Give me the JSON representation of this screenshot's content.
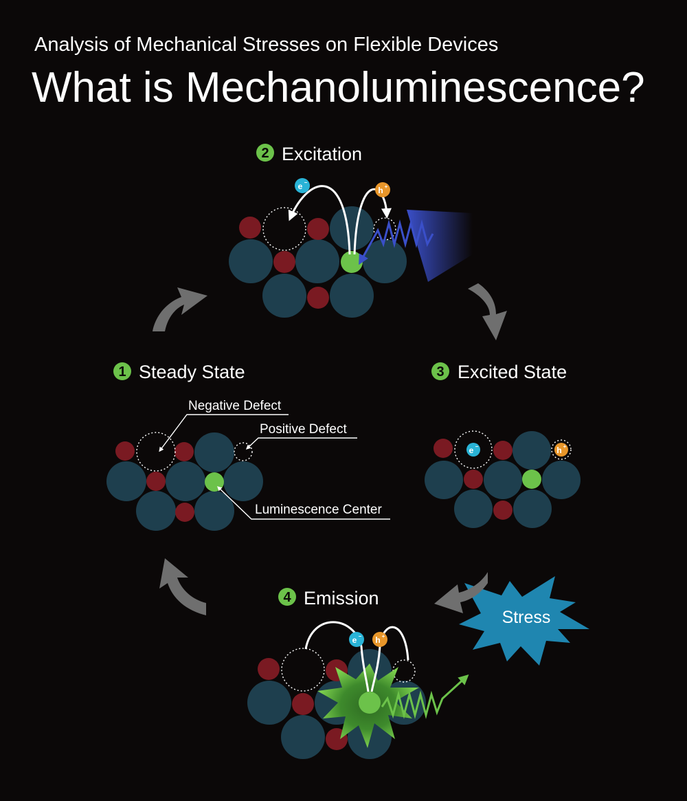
{
  "header": {
    "subtitle": "Analysis of Mechanical Stresses on Flexible Devices",
    "title": "What is Mechanoluminescence?"
  },
  "steps": [
    {
      "number": "1",
      "label": "Steady State"
    },
    {
      "number": "2",
      "label": "Excitation"
    },
    {
      "number": "3",
      "label": "Excited State"
    },
    {
      "number": "4",
      "label": "Emission"
    }
  ],
  "callouts": {
    "negative_defect": "Negative Defect",
    "positive_defect": "Positive Defect",
    "luminescence_center": "Luminescence Center"
  },
  "charges": {
    "electron": "e",
    "electron_sign": "−",
    "hole": "h",
    "hole_sign": "+"
  },
  "stress_label": "Stress",
  "colors": {
    "background": "#0b0808",
    "large_ion": "#1e3f4e",
    "small_ion": "#7a1a22",
    "luminescence_center": "#6cc24a",
    "electron": "#29b3d6",
    "hole": "#e8962a",
    "excitation_light": "#3a4fc9",
    "emission_light": "#6cc24a",
    "stress_burst": "#1f86b0",
    "cycle_arrow": "#6f6f6f"
  },
  "icons": [
    "cycle-arrow",
    "excitation-light-beam",
    "wavy-photon",
    "stress-burst",
    "emission-glow"
  ]
}
